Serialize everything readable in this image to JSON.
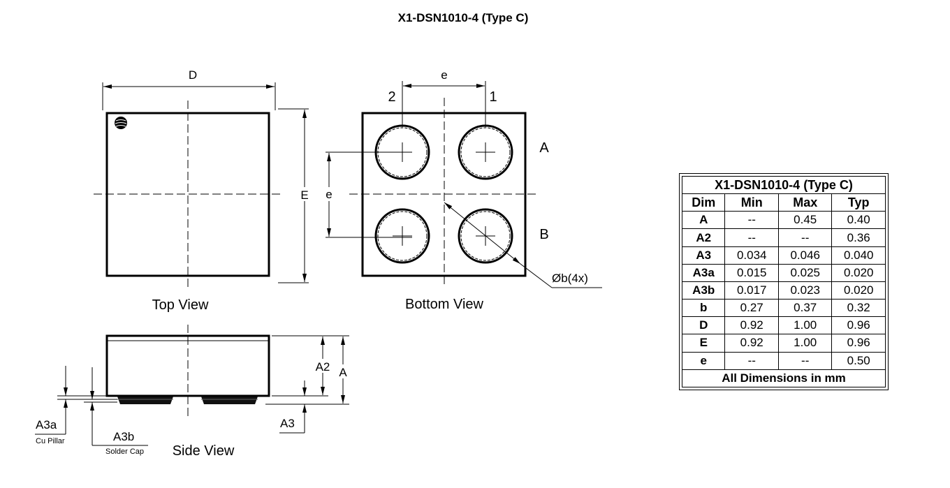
{
  "title": "X1-DSN1010-4 (Type C)",
  "views": {
    "top": "Top View",
    "bottom": "Bottom View",
    "side": "Side View"
  },
  "labels": {
    "D": "D",
    "E": "E",
    "e_horizontal": "e",
    "e_vertical": "e",
    "pin1": "1",
    "pin2": "2",
    "rowA": "A",
    "rowB": "B",
    "ball_dia": "Øb(4x)",
    "A2": "A2",
    "A": "A",
    "A3": "A3",
    "A3a": "A3a",
    "A3b": "A3b",
    "cu_pillar": "Cu Pillar",
    "solder_cap": "Solder Cap"
  },
  "table": {
    "title": "X1-DSN1010-4 (Type C)",
    "headers": [
      "Dim",
      "Min",
      "Max",
      "Typ"
    ],
    "rows": [
      [
        "A",
        "--",
        "0.45",
        "0.40"
      ],
      [
        "A2",
        "--",
        "--",
        "0.36"
      ],
      [
        "A3",
        "0.034",
        "0.046",
        "0.040"
      ],
      [
        "A3a",
        "0.015",
        "0.025",
        "0.020"
      ],
      [
        "A3b",
        "0.017",
        "0.023",
        "0.020"
      ],
      [
        "b",
        "0.27",
        "0.37",
        "0.32"
      ],
      [
        "D",
        "0.92",
        "1.00",
        "0.96"
      ],
      [
        "E",
        "0.92",
        "1.00",
        "0.96"
      ],
      [
        "e",
        "--",
        "--",
        "0.50"
      ]
    ],
    "footer": "All Dimensions in mm"
  }
}
